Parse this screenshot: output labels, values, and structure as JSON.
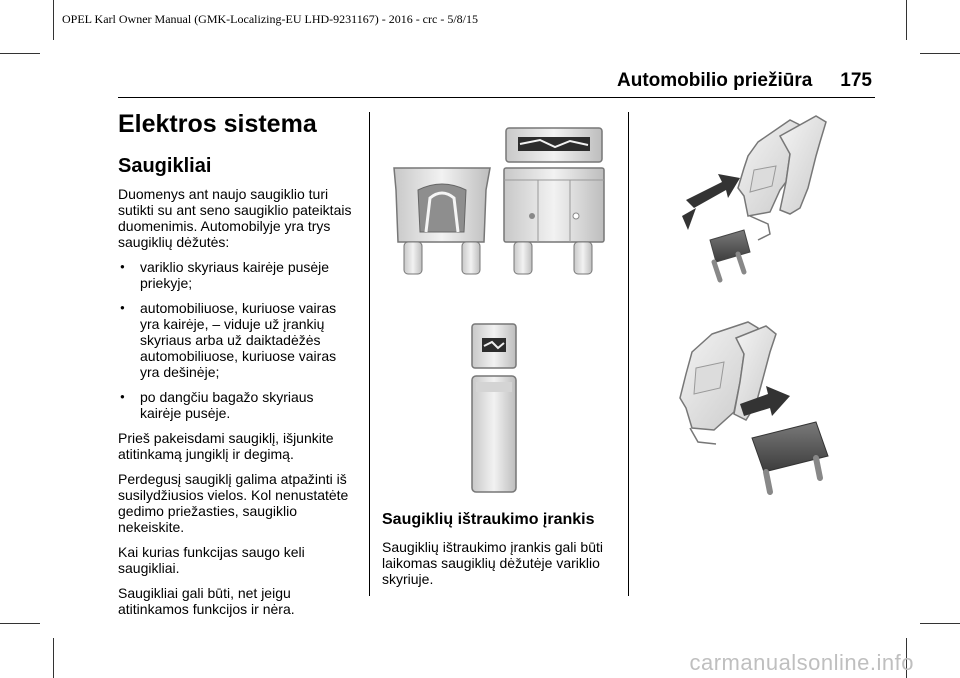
{
  "doc_meta": "OPEL Karl Owner Manual (GMK-Localizing-EU LHD-9231167) - 2016 - crc - 5/8/15",
  "header": {
    "section": "Automobilio priežiūra",
    "page_number": "175"
  },
  "main": {
    "title": "Elektros sistema",
    "subtitle": "Saugikliai",
    "intro": "Duomenys ant naujo saugiklio turi sutikti su ant seno saugiklio pateiktais duomenimis. Automobilyje yra trys saugiklių dėžutės:",
    "bullets": [
      "variklio skyriaus kairėje pusėje priekyje;",
      "automobiliuose, kuriuose vairas yra kairėje, – viduje už įrankių skyriaus arba už daiktadėžės automobiliuose, kuriuose vairas yra dešinėje;",
      "po dangčiu bagažo skyriaus kairėje pusėje."
    ],
    "paragraphs": [
      "Prieš pakeisdami saugiklį, išjunkite atitinkamą jungiklį ir degimą.",
      "Perdegusį saugiklį galima atpažinti iš susilydžiusios vielos. Kol nenustatėte gedimo priežasties, saugiklio nekeiskite.",
      "Kai kurias funkcijas saugo keli saugikliai.",
      "Saugikliai gali būti, net jeigu atitinkamos funkcijos ir nėra."
    ]
  },
  "puller_section": {
    "heading": "Saugiklių ištraukimo įrankis",
    "text": "Saugiklių ištraukimo įrankis gali būti laikomas saugiklių dėžutėje variklio skyriuje."
  },
  "watermark": "carmanualsonline.info",
  "icons": {
    "blade_fuse_front": "blade-fuse-icon",
    "blade_fuse_top": "fuse-top-view-icon",
    "blade_fuse_side": "fuse-side-view-icon",
    "mini_fuse": "mini-fuse-icon",
    "fuse_puller": "fuse-puller-icon",
    "arrow": "arrow-icon"
  }
}
